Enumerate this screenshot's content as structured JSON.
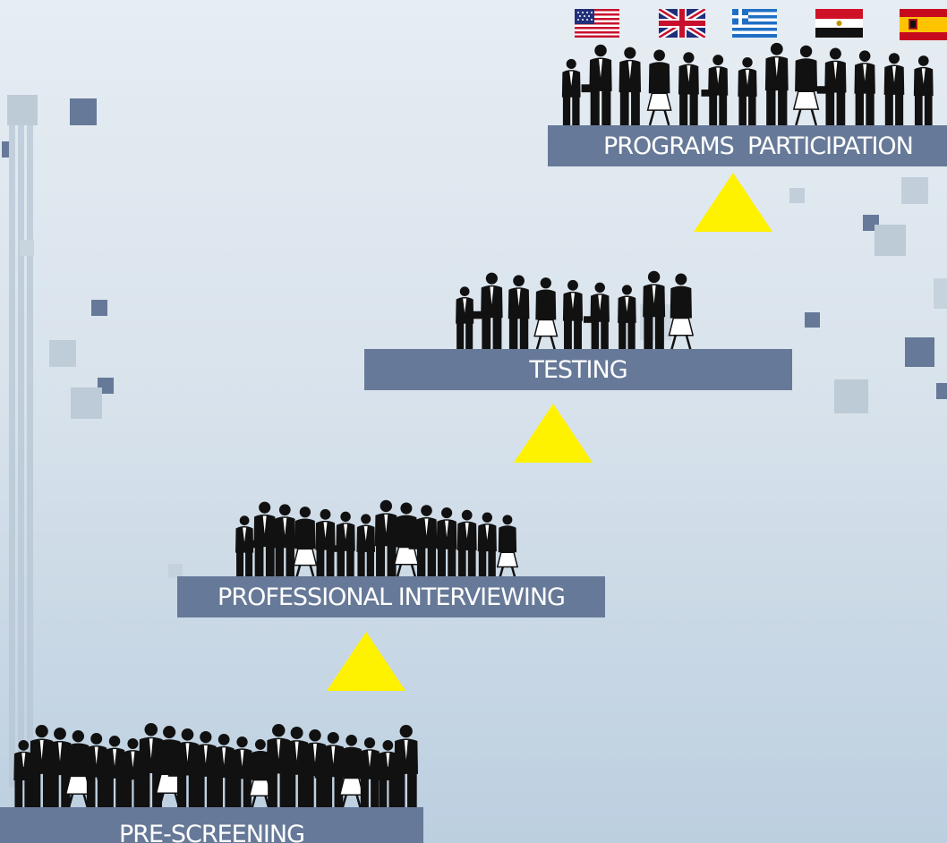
{
  "steps": {
    "programs": "PROGRAMS  PARTICIPATION",
    "testing": "TESTING",
    "interviewing": "PROFESSIONAL INTERVIEWING",
    "prescreening": "PRE-SCREENING"
  },
  "flags": [
    "usa-flag",
    "uk-flag",
    "greece-flag",
    "egypt-flag",
    "spain-flag"
  ],
  "colors": {
    "bar": "#677998",
    "arrow": "#fff200",
    "silhouette": "#111111",
    "background_top": "#e6edf3",
    "background_bottom": "#bccfe0"
  }
}
